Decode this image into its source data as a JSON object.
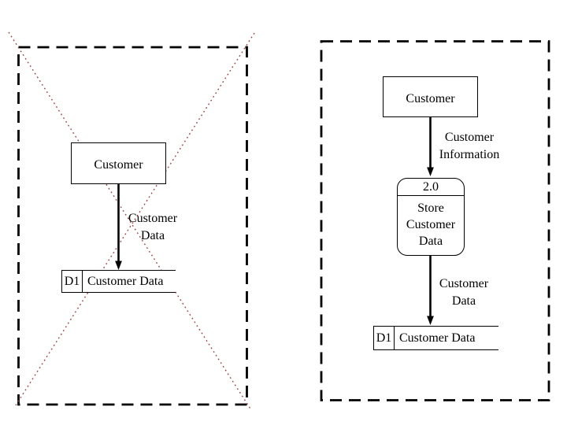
{
  "slide": {
    "background": "#ffffff",
    "description": "Data flow diagram comparison: crossed-out incorrect DFD on the left, correct DFD with process 2.0 on the right"
  },
  "colors": {
    "line": "#000000",
    "cross_mark": "#9a4545"
  },
  "left_diagram": {
    "status": "crossed-out",
    "entity_label": "Customer",
    "flow_label": "Customer\nData",
    "datastore_id": "D1",
    "datastore_name": "Customer Data"
  },
  "right_diagram": {
    "status": "correct",
    "entity_label": "Customer",
    "flow1_label": "Customer\nInformation",
    "process_number": "2.0",
    "process_name": "Store\nCustomer\nData",
    "flow2_label": "Customer\nData",
    "datastore_id": "D1",
    "datastore_name": "Customer Data"
  }
}
